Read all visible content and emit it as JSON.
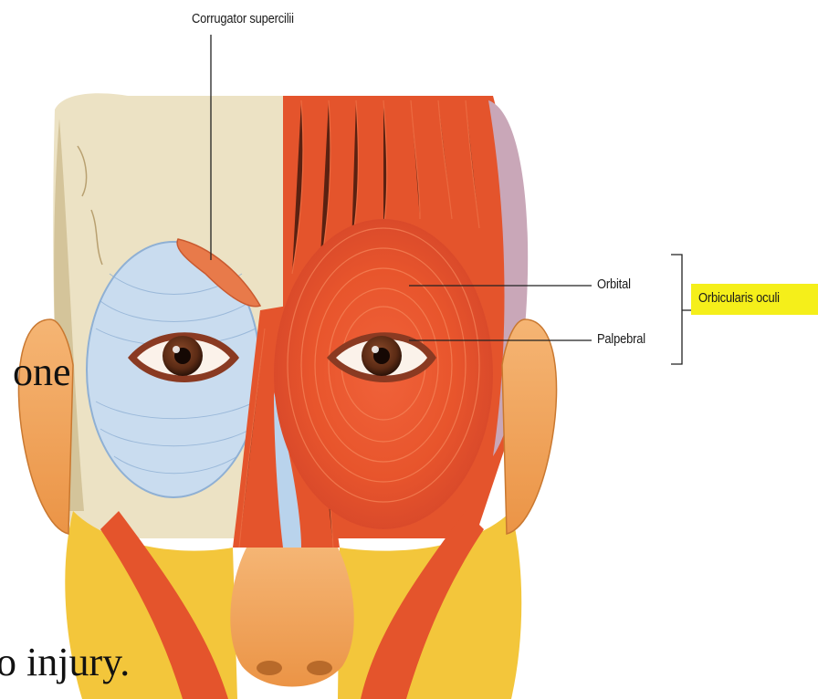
{
  "labels": {
    "corrugator": "Corrugator supercilii",
    "orbital": "Orbital",
    "palpebral": "Palpebral",
    "group": "Orbicularis oculi"
  },
  "slide_text": {
    "fragment_1": "one",
    "fragment_2": "o injury."
  },
  "colors": {
    "bone": "#ece2c4",
    "muscle": "#e8582e",
    "fascia": "#c9dcef",
    "skin": "#f2a45c",
    "fat": "#f3c63b",
    "highlight": "#f5ef1a"
  }
}
